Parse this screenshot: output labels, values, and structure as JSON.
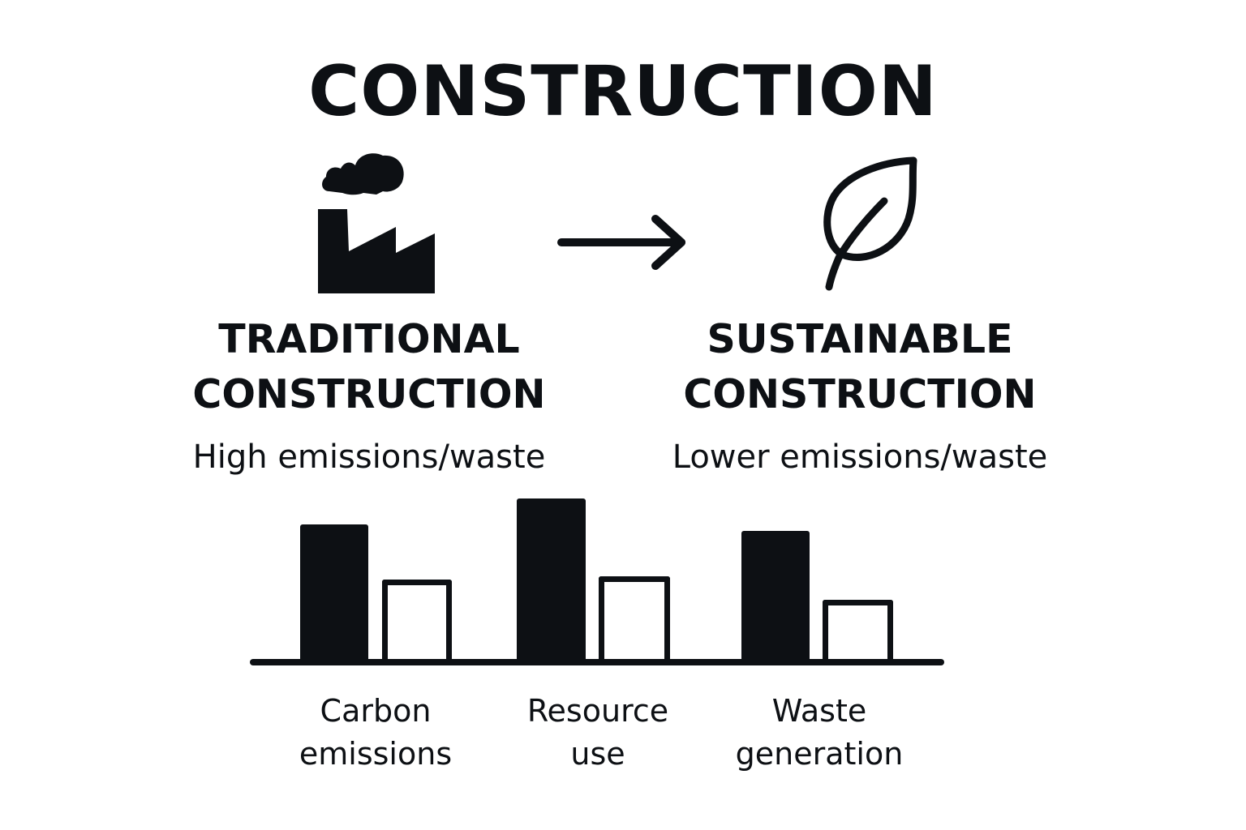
{
  "title": "CONSTRUCTION",
  "icons": {
    "left": "factory-icon",
    "middle": "arrow-right-icon",
    "right": "leaf-icon"
  },
  "traditional": {
    "title_line1": "TRADITIONAL",
    "title_line2": "CONSTRUCTION",
    "subtitle": "High emissions/waste"
  },
  "sustainable": {
    "title_line1": "SUSTAINABLE",
    "title_line2": "CONSTRUCTION",
    "subtitle": "Lower emissions/waste"
  },
  "colors": {
    "ink": "#0d1014",
    "background": "#ffffff"
  },
  "chart_data": {
    "type": "bar",
    "title": "",
    "xlabel": "",
    "ylabel": "",
    "grid": false,
    "legend": "none (filled bars = Traditional, outlined bars = Sustainable)",
    "categories_lines": [
      [
        "Carbon",
        "emissions"
      ],
      [
        "Resource",
        "use"
      ],
      [
        "Waste",
        "generation"
      ]
    ],
    "categories": [
      "Carbon emissions",
      "Resource use",
      "Waste generation"
    ],
    "series": [
      {
        "name": "Traditional construction",
        "style": "filled",
        "values": [
          84,
          100,
          80
        ]
      },
      {
        "name": "Sustainable construction",
        "style": "outline",
        "values": [
          50,
          52,
          38
        ]
      }
    ],
    "ylim": [
      0,
      100
    ],
    "note": "No numeric axis shown; values are relative heights normalized to tallest bar = 100"
  }
}
